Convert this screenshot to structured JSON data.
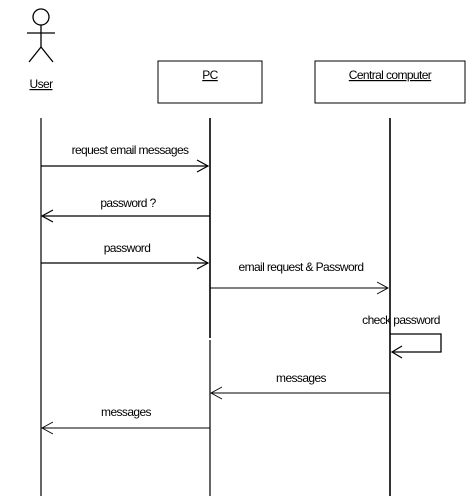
{
  "actors": [
    {
      "id": "user",
      "name": "User",
      "kind": "actor"
    },
    {
      "id": "pc",
      "name": "PC",
      "kind": "object"
    },
    {
      "id": "central",
      "name": "Central computer",
      "kind": "object"
    }
  ],
  "messages": [
    {
      "from": "user",
      "to": "pc",
      "label": "request email messages",
      "kind": "sync"
    },
    {
      "from": "pc",
      "to": "user",
      "label": "password ?",
      "kind": "return"
    },
    {
      "from": "user",
      "to": "pc",
      "label": "password",
      "kind": "sync"
    },
    {
      "from": "pc",
      "to": "central",
      "label": "email request & Password",
      "kind": "return"
    },
    {
      "from": "central",
      "to": "central",
      "label": "check password",
      "kind": "self"
    },
    {
      "from": "central",
      "to": "pc",
      "label": "messages",
      "kind": "return"
    },
    {
      "from": "pc",
      "to": "user",
      "label": "messages",
      "kind": "return"
    }
  ]
}
